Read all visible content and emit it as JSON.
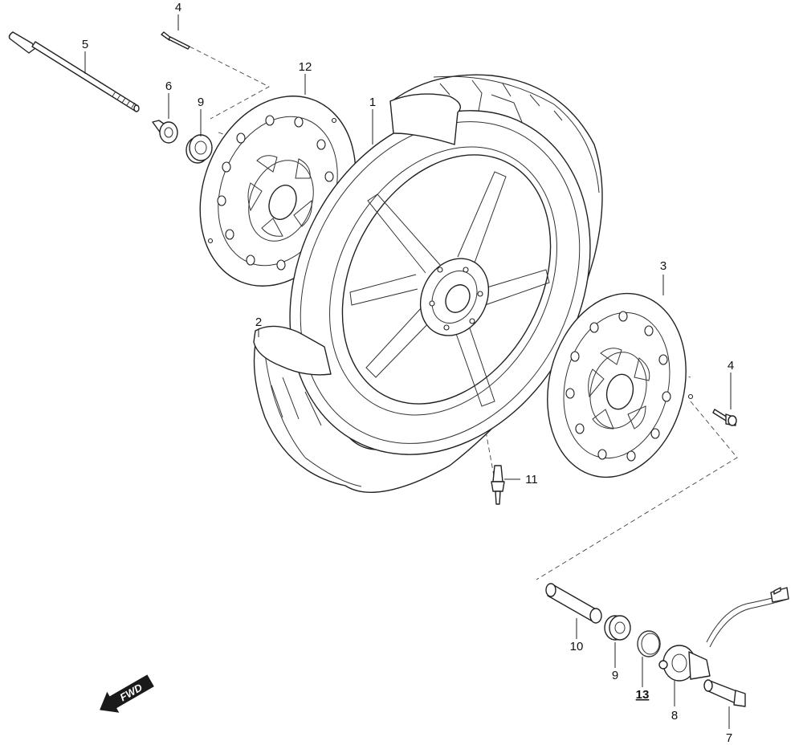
{
  "diagram": {
    "callouts": [
      {
        "id": "c1",
        "label": "1"
      },
      {
        "id": "c2",
        "label": "2"
      },
      {
        "id": "c3",
        "label": "3"
      },
      {
        "id": "c4a",
        "label": "4"
      },
      {
        "id": "c4b",
        "label": "4"
      },
      {
        "id": "c5",
        "label": "5"
      },
      {
        "id": "c6",
        "label": "6"
      },
      {
        "id": "c7",
        "label": "7"
      },
      {
        "id": "c8",
        "label": "8"
      },
      {
        "id": "c9a",
        "label": "9"
      },
      {
        "id": "c9b",
        "label": "9"
      },
      {
        "id": "c10",
        "label": "10"
      },
      {
        "id": "c11",
        "label": "11"
      },
      {
        "id": "c12",
        "label": "12"
      },
      {
        "id": "c13",
        "label": "13"
      }
    ],
    "direction_arrow": {
      "label": "FWD"
    }
  }
}
